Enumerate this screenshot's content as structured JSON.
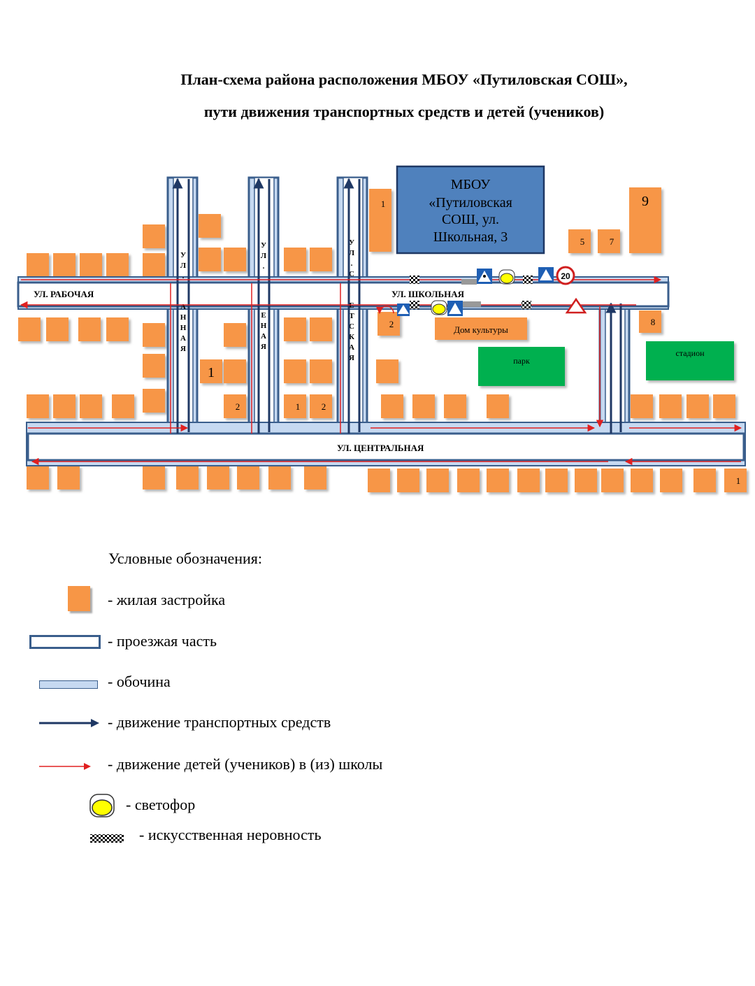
{
  "title": {
    "line1": "План-схема района расположения МБОУ «Путиловская СОШ»,",
    "line2": "пути движения транспортных средств и детей (учеников)"
  },
  "school": {
    "line1": "МБОУ",
    "line2": "«Путиловская",
    "line3": "СОШ, ул.",
    "line4": "Школьная, 3"
  },
  "streets": {
    "rabochaya": "УЛ. РАБОЧАЯ",
    "shkolnaya": "УЛ. ШКОЛЬНАЯ",
    "centralnaya": "УЛ. ЦЕНТРАЛЬНАЯ",
    "v1_top": [
      "У",
      "Л",
      "."
    ],
    "v1_bottom": [
      "А",
      "Н",
      "Н",
      "А",
      "Я"
    ],
    "v2_top": [
      "У",
      "Л",
      "."
    ],
    "v2_bottom": [
      "Е",
      "Н",
      "А",
      "Я"
    ],
    "v3_top": [
      "У",
      "Л",
      ".",
      "С"
    ],
    "v3_bottom": [
      "Е",
      "Т",
      "С",
      "К",
      "А",
      "Я"
    ]
  },
  "places": {
    "dom_kultury": "Дом культуры",
    "park": "парк",
    "stadion": "стадион"
  },
  "house_numbers": {
    "n1_top": "1",
    "n9": "9",
    "n5": "5",
    "n7": "7",
    "n2_mid": "2",
    "n8": "8",
    "n1_left": "1",
    "n2_left": "2",
    "n1_center": "1",
    "n2_center": "2",
    "n1_right": "1"
  },
  "speed_limit": "20",
  "legend": {
    "title": "Условные обозначения:",
    "items": [
      {
        "label": "-  жилая застройка"
      },
      {
        "label": "-  проезжая часть"
      },
      {
        "label": "- обочина"
      },
      {
        "label": "- движение транспортных средств"
      },
      {
        "label": "- движение детей (учеников) в (из) школы"
      },
      {
        "label": "- светофор"
      },
      {
        "label": "- искусственная неровность"
      }
    ]
  },
  "colors": {
    "house": "#f79646",
    "road_border": "#3a5e8c",
    "shoulder": "#c6d9f1",
    "school": "#4f81bd",
    "green": "#00b050",
    "traffic": "#1f3864",
    "children": "#e02020",
    "traffic_light": "#ffff00"
  }
}
